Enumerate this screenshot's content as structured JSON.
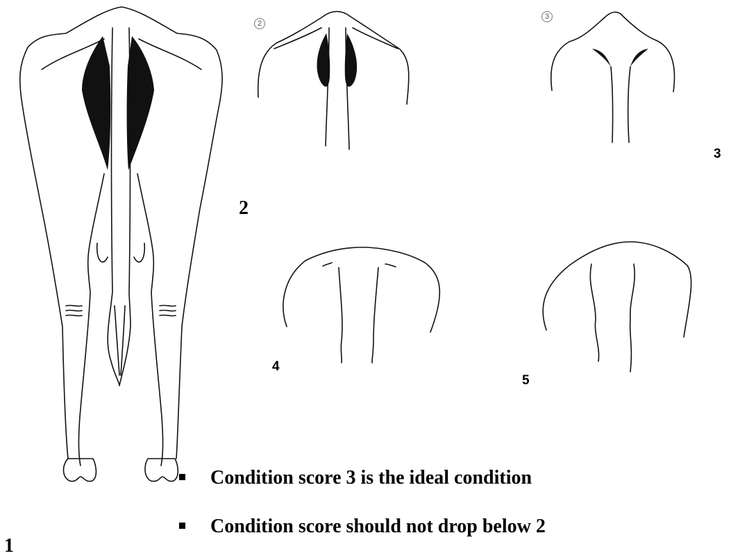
{
  "labels": {
    "fig1": "1",
    "fig2": "2",
    "fig3": "3",
    "fig4": "4",
    "fig5": "5",
    "small2": "2",
    "small3": "3"
  },
  "notes": [
    "Condition score 3 is the ideal condition",
    "Condition score should not drop below 2"
  ]
}
